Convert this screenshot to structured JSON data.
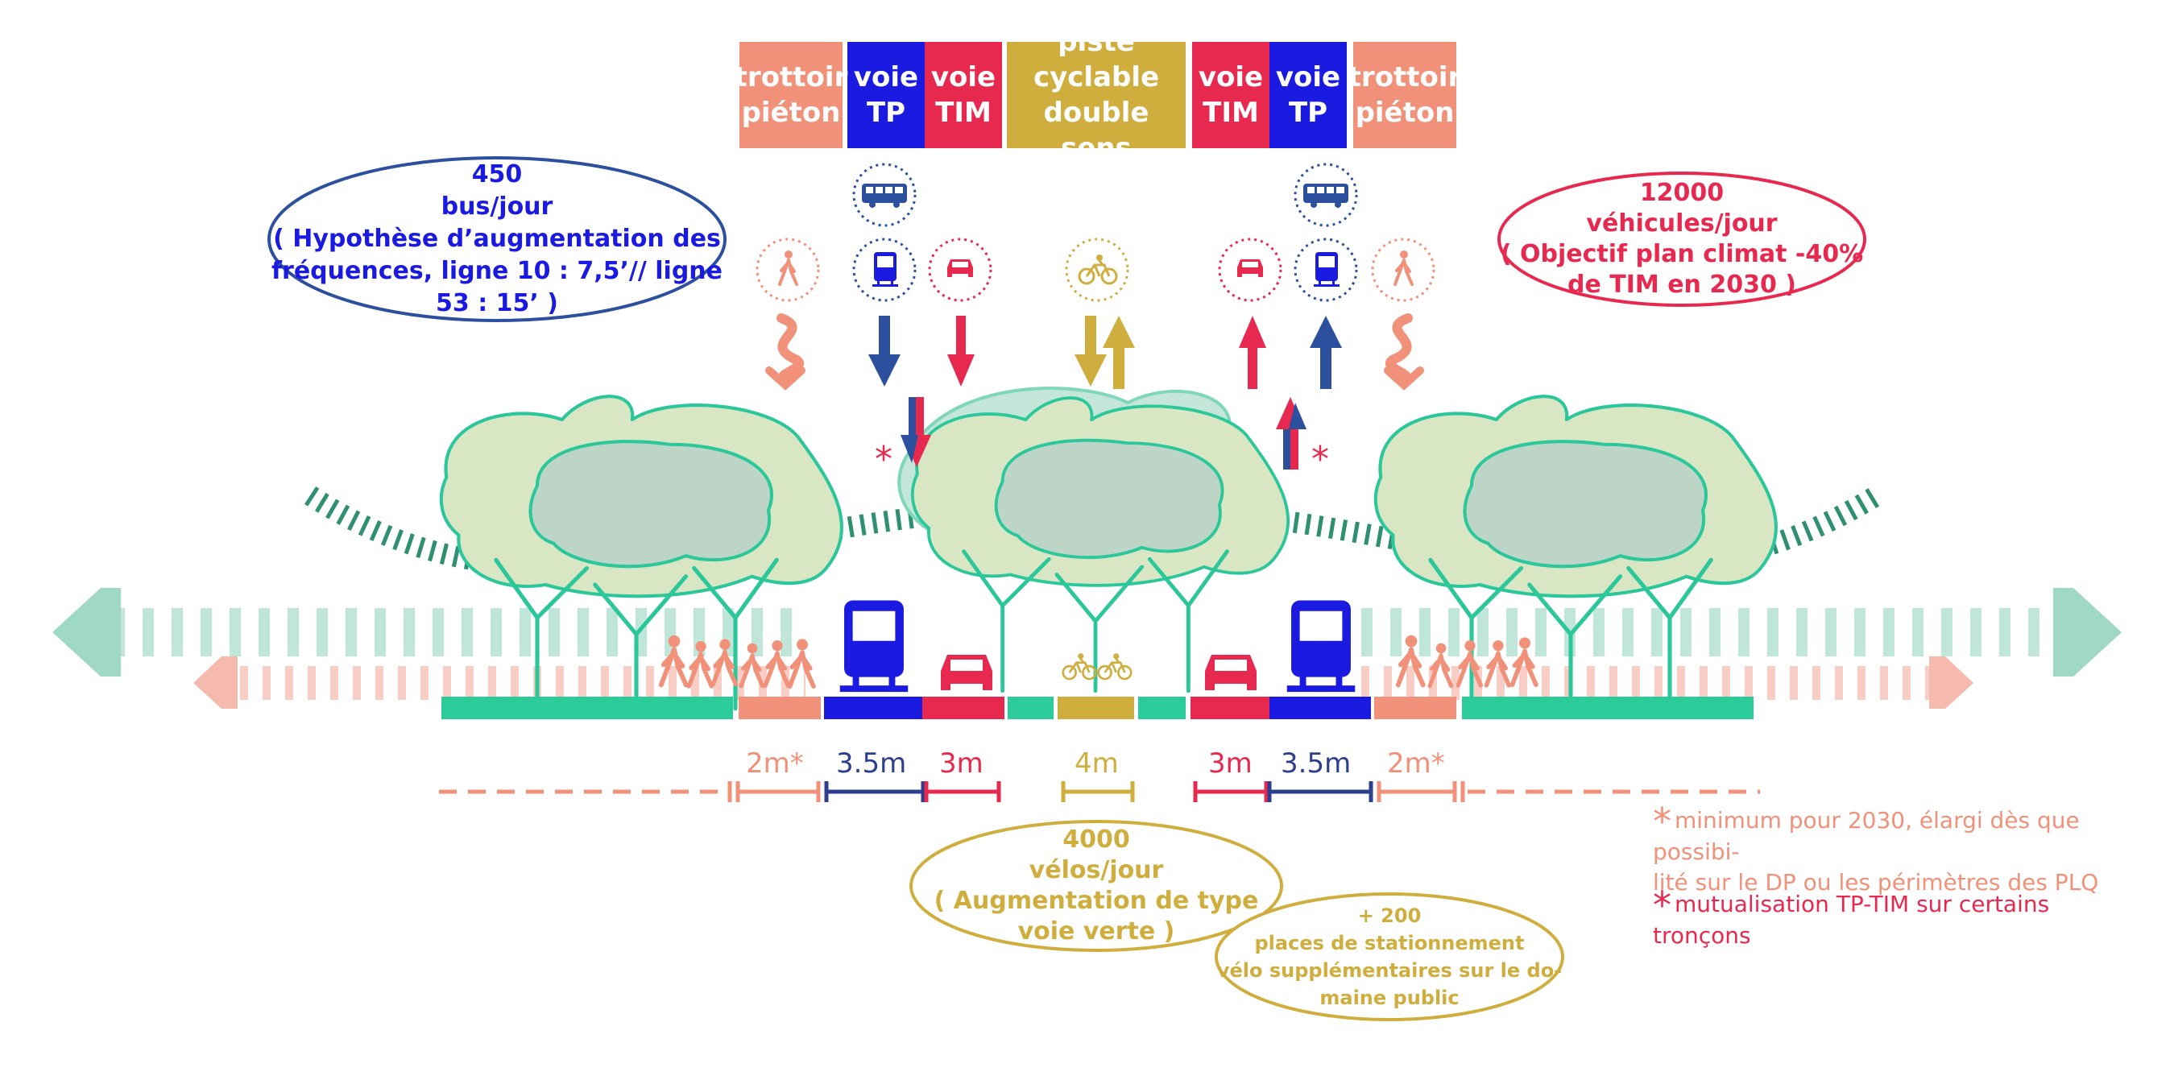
{
  "colors": {
    "pedestrian": "#f2917a",
    "bus": "#1a1ae0",
    "bus_dark": "#2c4f9e",
    "car": "#e8294f",
    "cycle": "#cfae3e",
    "green": "#2ccb9a",
    "tree_light": "#d9e6c3",
    "tree_dark": "#bcd5c7",
    "tree_stroke": "#2bc79a",
    "track_green": "#2e8f72"
  },
  "lanes": [
    {
      "id": "trottoir-left",
      "line1": "trottoir",
      "line2": "piéton",
      "color": "#f2917a"
    },
    {
      "id": "voie-tp-left",
      "line1": "voie",
      "line2": "TP",
      "color": "#1a1ae0"
    },
    {
      "id": "voie-tim-left",
      "line1": "voie",
      "line2": "TIM",
      "color": "#e8294f"
    },
    {
      "id": "piste-cyclable",
      "line1": "piste",
      "line2": "cyclable",
      "line3": "double sens",
      "color": "#cfae3e"
    },
    {
      "id": "voie-tim-right",
      "line1": "voie",
      "line2": "TIM",
      "color": "#e8294f"
    },
    {
      "id": "voie-tp-right",
      "line1": "voie",
      "line2": "TP",
      "color": "#1a1ae0"
    },
    {
      "id": "trottoir-right",
      "line1": "trottoir",
      "line2": "piéton",
      "color": "#f2917a"
    }
  ],
  "bus_info": {
    "l1": "450",
    "l2": "bus/jour",
    "l3": "( Hypothèse d’augmentation des",
    "l4": "fréquences, ligne 10 : 7,5’// ligne",
    "l5": "53 : 15’ )"
  },
  "car_info": {
    "l1": "12000",
    "l2": "véhicules/jour",
    "l3": "( Objectif plan climat -40%",
    "l4": "de TIM en 2030 )"
  },
  "bike_info": {
    "l1": "4000",
    "l2": "vélos/jour",
    "l3": "( Augmentation de type",
    "l4": "voie verte )"
  },
  "parking_info": {
    "l1": "+ 200",
    "l2": "places de stationnement",
    "l3": "vélo supplémentaires sur le do-",
    "l4": "maine public"
  },
  "asterisk": "*",
  "widths": [
    {
      "id": "w-trottoir-left",
      "text": "2m*",
      "color": "#f2917a"
    },
    {
      "id": "w-tp-left",
      "text": "3.5m",
      "color": "#2c3f8f"
    },
    {
      "id": "w-tim-left",
      "text": "3m",
      "color": "#e8294f"
    },
    {
      "id": "w-cycle",
      "text": "4m",
      "color": "#cfae3e"
    },
    {
      "id": "w-tim-right",
      "text": "3m",
      "color": "#e8294f"
    },
    {
      "id": "w-tp-right",
      "text": "3.5m",
      "color": "#2c3f8f"
    },
    {
      "id": "w-trottoir-right",
      "text": "2m*",
      "color": "#f2917a"
    }
  ],
  "notes": {
    "note1_l1": "minimum pour 2030, élargi dès que possibi-",
    "note1_l2": "lité sur le DP ou les périmètres des PLQ",
    "note2": "mutualisation TP-TIM sur certains tronçons"
  },
  "icons": {
    "pedestrian": "pedestrian-icon",
    "bus": "bus-icon",
    "tram": "tram-icon",
    "car": "car-icon",
    "bicycle": "bicycle-icon"
  }
}
